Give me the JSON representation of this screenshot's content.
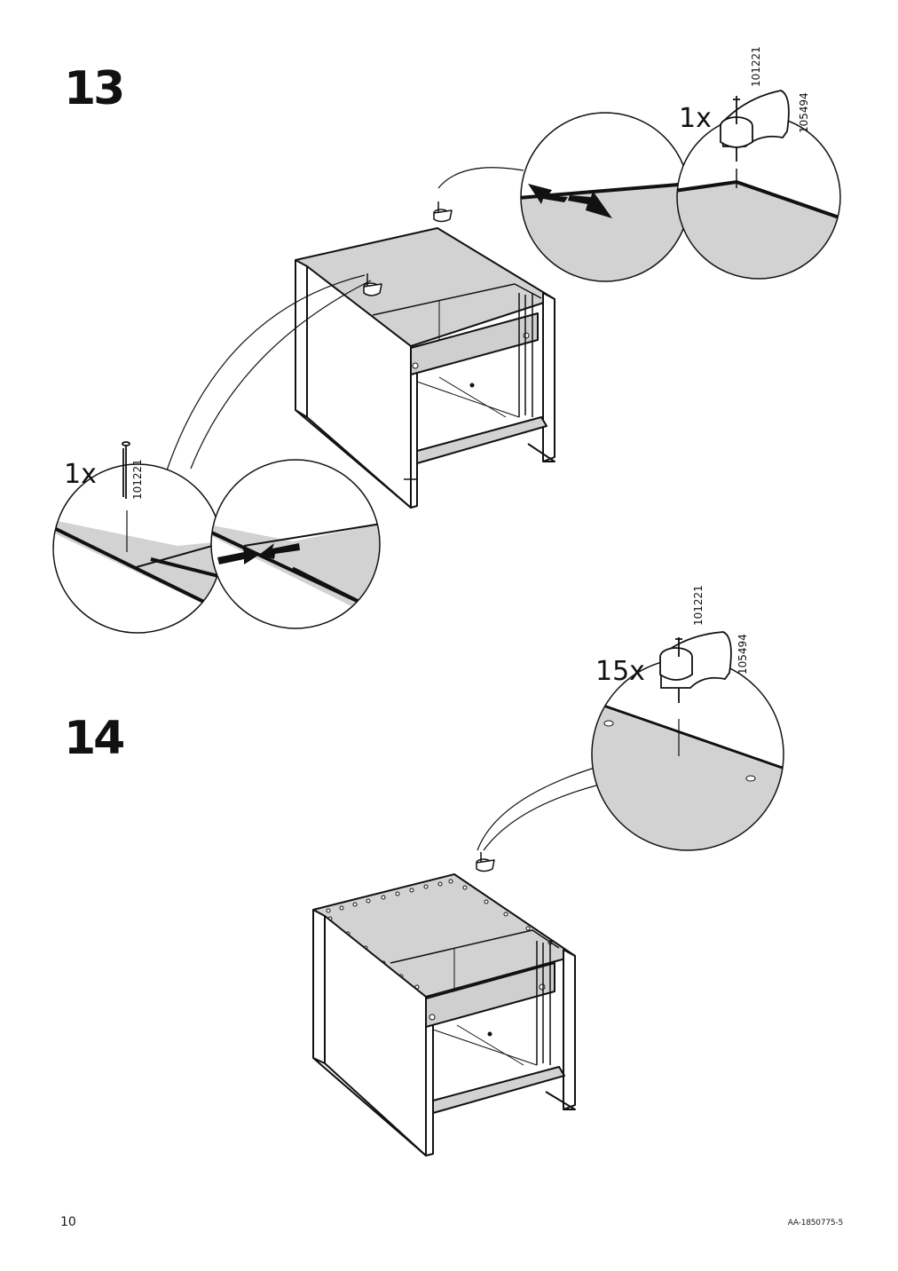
{
  "steps": [
    {
      "number": "13",
      "callouts": [
        {
          "quantity": "1x",
          "part_numbers": [
            "101221",
            "105494"
          ]
        },
        {
          "quantity": "1x",
          "part_numbers": [
            "101221"
          ]
        }
      ]
    },
    {
      "number": "14",
      "callouts": [
        {
          "quantity": "15x",
          "part_numbers": [
            "101221",
            "105494"
          ]
        }
      ]
    }
  ],
  "footer": {
    "page_number": "10",
    "document_code": "AA-1850775-5"
  }
}
